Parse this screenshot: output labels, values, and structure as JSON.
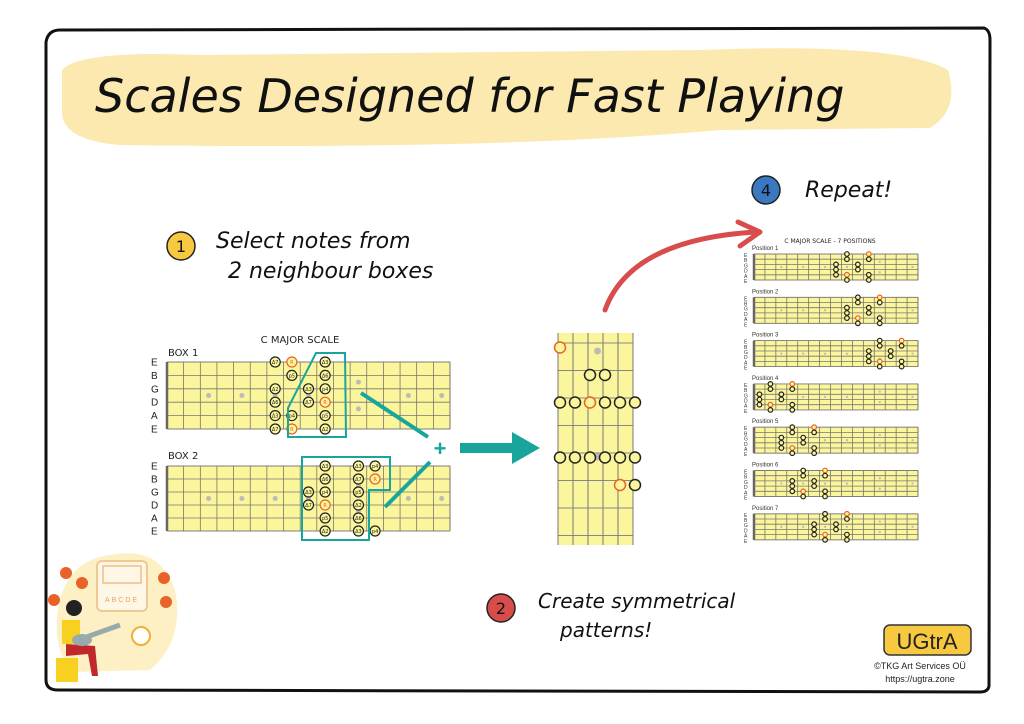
{
  "title": "Scales Designed for Fast Playing",
  "step1": {
    "num": "1",
    "line1": "Select notes from",
    "line2": "2 neighbour boxes"
  },
  "step2": {
    "num": "2",
    "line1": "Create symmetrical",
    "line2": "patterns!"
  },
  "step4": {
    "num": "4",
    "text": "Repeat!"
  },
  "scale_title": "C MAJOR SCALE",
  "strings": [
    "E",
    "B",
    "G",
    "D",
    "A",
    "E"
  ],
  "box1": {
    "label": "BOX 1",
    "notes": [
      [
        0,
        7,
        "Δ7",
        0
      ],
      [
        0,
        8,
        "R",
        1
      ],
      [
        0,
        10,
        "Δ3",
        0
      ],
      [
        1,
        8,
        "p5",
        0
      ],
      [
        1,
        10,
        "Δ6",
        0
      ],
      [
        2,
        7,
        "Δ2",
        0
      ],
      [
        2,
        9,
        "Δ3",
        0
      ],
      [
        2,
        10,
        "p4",
        0
      ],
      [
        3,
        7,
        "Δ6",
        0
      ],
      [
        3,
        9,
        "Δ7",
        0
      ],
      [
        3,
        10,
        "R",
        1
      ],
      [
        4,
        7,
        "Δ3",
        0
      ],
      [
        4,
        8,
        "p4",
        0
      ],
      [
        4,
        10,
        "p5",
        0
      ],
      [
        5,
        7,
        "Δ7",
        0
      ],
      [
        5,
        8,
        "R",
        1
      ],
      [
        5,
        10,
        "Δ2",
        0
      ]
    ]
  },
  "box2": {
    "label": "BOX 2",
    "notes": [
      [
        0,
        10,
        "Δ3",
        0
      ],
      [
        0,
        12,
        "Δ3",
        0
      ],
      [
        0,
        13,
        "p4",
        0
      ],
      [
        1,
        10,
        "Δ6",
        0
      ],
      [
        1,
        12,
        "Δ7",
        0
      ],
      [
        1,
        13,
        "R",
        1
      ],
      [
        2,
        9,
        "Δ3",
        0
      ],
      [
        2,
        10,
        "p4",
        0
      ],
      [
        2,
        12,
        "p5",
        0
      ],
      [
        3,
        9,
        "Δ7",
        0
      ],
      [
        3,
        10,
        "R",
        1
      ],
      [
        3,
        12,
        "Δ2",
        0
      ],
      [
        4,
        10,
        "p5",
        0
      ],
      [
        4,
        12,
        "Δ6",
        0
      ],
      [
        5,
        10,
        "Δ2",
        0
      ],
      [
        5,
        12,
        "Δ3",
        0
      ],
      [
        5,
        13,
        "p4",
        0
      ]
    ]
  },
  "vertical": {
    "notes": [
      [
        0,
        1,
        1
      ],
      [
        2,
        2,
        0
      ],
      [
        3,
        2,
        0
      ],
      [
        0,
        3,
        0
      ],
      [
        1,
        3,
        0
      ],
      [
        2,
        3,
        1
      ],
      [
        3,
        3,
        0
      ],
      [
        4,
        3,
        0
      ],
      [
        5,
        3,
        0
      ],
      [
        0,
        5,
        0
      ],
      [
        1,
        5,
        0
      ],
      [
        2,
        5,
        0
      ],
      [
        3,
        5,
        0
      ],
      [
        4,
        5,
        0
      ],
      [
        5,
        5,
        0
      ],
      [
        4,
        6,
        1
      ],
      [
        5,
        6,
        0
      ]
    ]
  },
  "positions_title": "C MAJOR SCALE - 7 POSITIONS",
  "positions": [
    {
      "label": "Position 1",
      "start": 7
    },
    {
      "label": "Position 2",
      "start": 8
    },
    {
      "label": "Position 3",
      "start": 10
    },
    {
      "label": "Position 4",
      "start": 0
    },
    {
      "label": "Position 5",
      "start": 2
    },
    {
      "label": "Position 6",
      "start": 3
    },
    {
      "label": "Position 7",
      "start": 5
    }
  ],
  "illustration": {
    "letters": "ABCDE"
  },
  "logo": {
    "text": "UGtrA"
  },
  "copyright": "©TKG Art Services OÜ",
  "url": "https://ugtra.zone",
  "colors": {
    "fret_bg": "#fbf59b",
    "teal": "#18a69c",
    "root": "#e8622a",
    "yellow": "#f7c940",
    "red": "#d94c4c",
    "blue": "#3a78c2",
    "highlight": "#fbe7a6"
  }
}
